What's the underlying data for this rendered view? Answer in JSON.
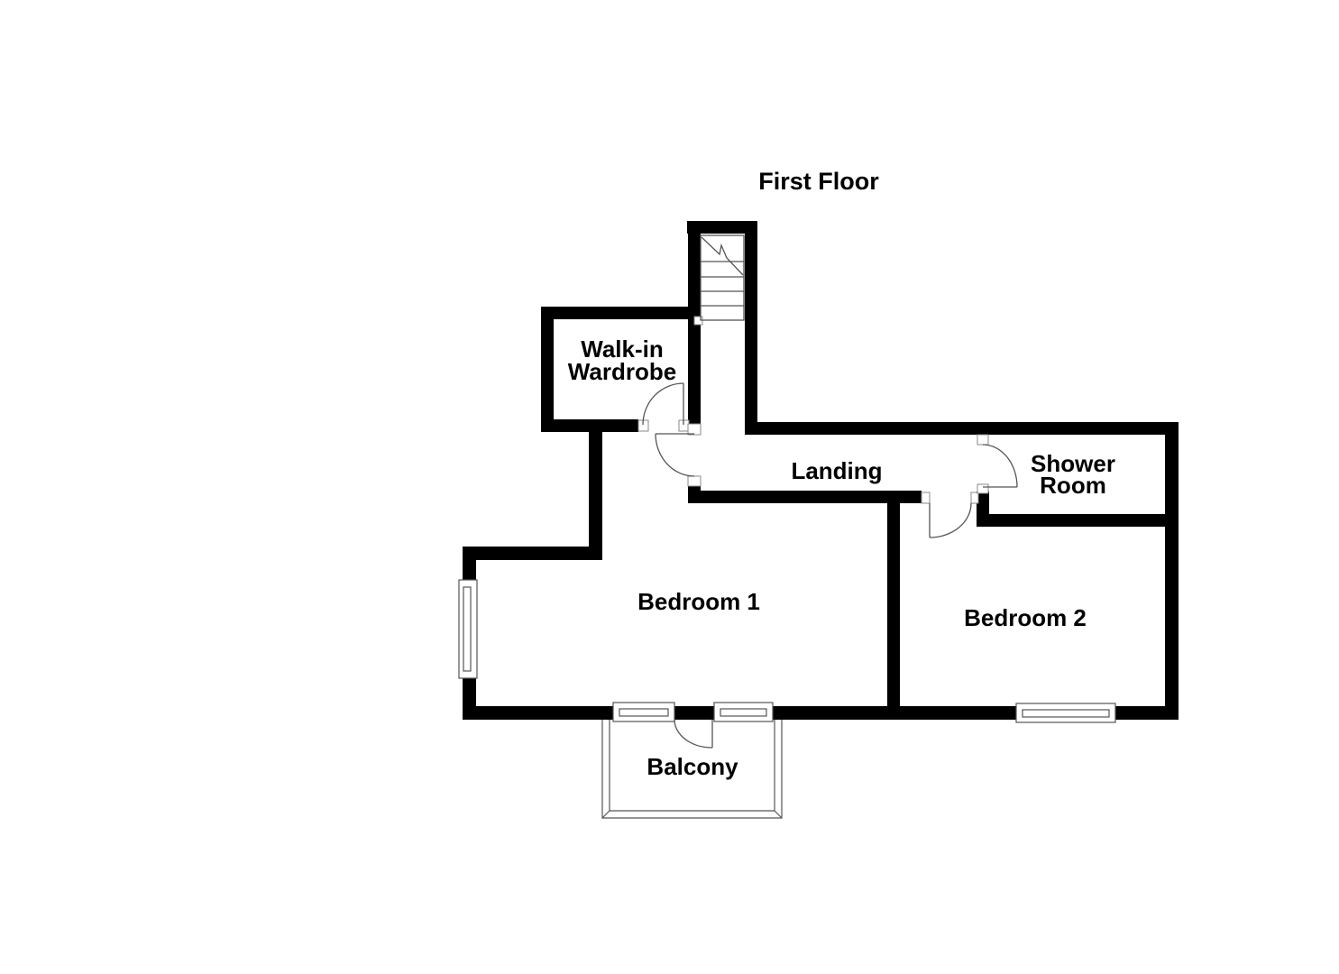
{
  "title": "First Floor",
  "rooms": {
    "walk_in_wardrobe": {
      "line1": "Walk-in",
      "line2": "Wardrobe"
    },
    "landing": {
      "label": "Landing"
    },
    "shower_room": {
      "line1": "Shower",
      "line2": "Room"
    },
    "bedroom_1": {
      "label": "Bedroom 1"
    },
    "bedroom_2": {
      "label": "Bedroom 2"
    },
    "balcony": {
      "label": "Balcony"
    }
  },
  "colors": {
    "wall": "#000000",
    "detail_line": "#555555",
    "jamb_line": "#8a8a8a",
    "text": "#000000",
    "background": "#ffffff"
  }
}
